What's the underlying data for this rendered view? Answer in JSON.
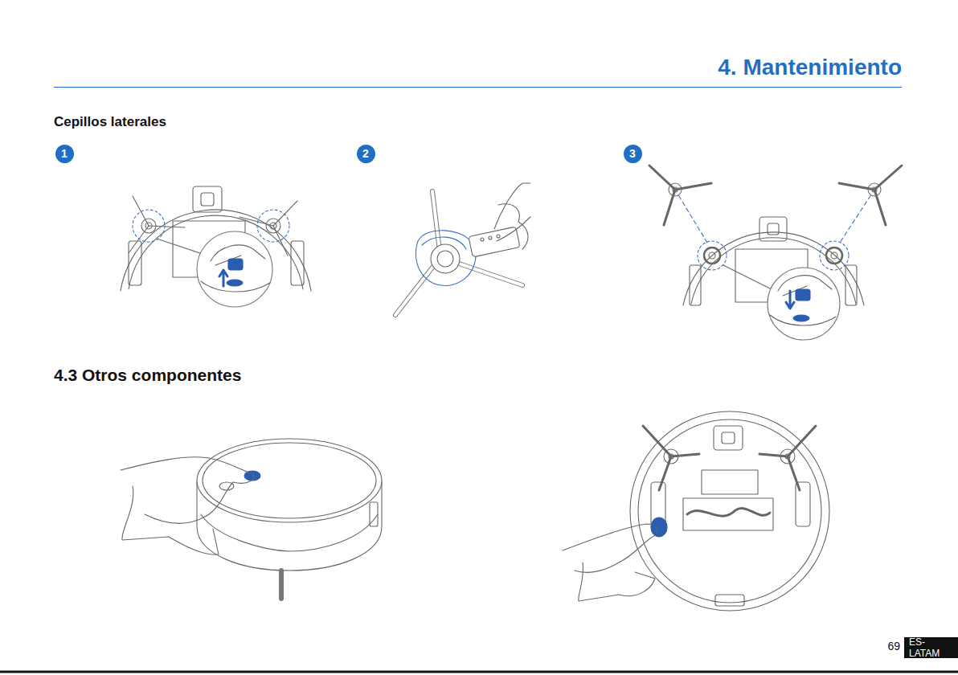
{
  "diagram": {
    "title": "4. Mantenimiento",
    "nodes": [
      {
        "text": [
          "1"
        ]
      },
      {
        "text": [
          "2"
        ]
      },
      {
        "text": [
          "3"
        ]
      },
      {
        "text": [
          "ES-LATAM"
        ]
      }
    ],
    "labels": [
      "Cepillos laterales",
      "4.3 Otros componentes",
      "69"
    ]
  }
}
